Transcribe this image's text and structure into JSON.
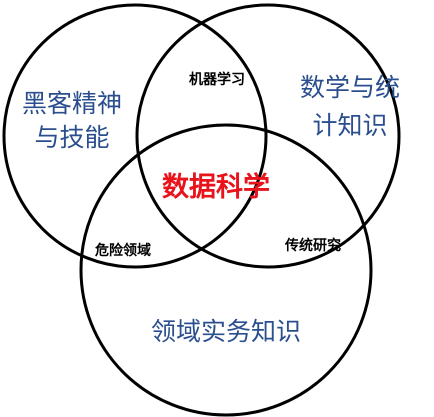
{
  "diagram": {
    "type": "venn",
    "sets": {
      "hacker_skills": {
        "lines": [
          "黑客精神",
          "与技能"
        ],
        "color": "#2B4F8E"
      },
      "math_stats": {
        "lines": [
          "数学与统",
          "计知识"
        ],
        "color": "#2B4F8E"
      },
      "domain_expertise": {
        "lines": [
          "领域实务知识"
        ],
        "color": "#2B4F8E"
      }
    },
    "intersections": {
      "machine_learning": "机器学习",
      "danger_zone": "危险领域",
      "traditional_research": "传统研究"
    },
    "center": {
      "label": "数据科学",
      "color": "#E8131B"
    }
  }
}
